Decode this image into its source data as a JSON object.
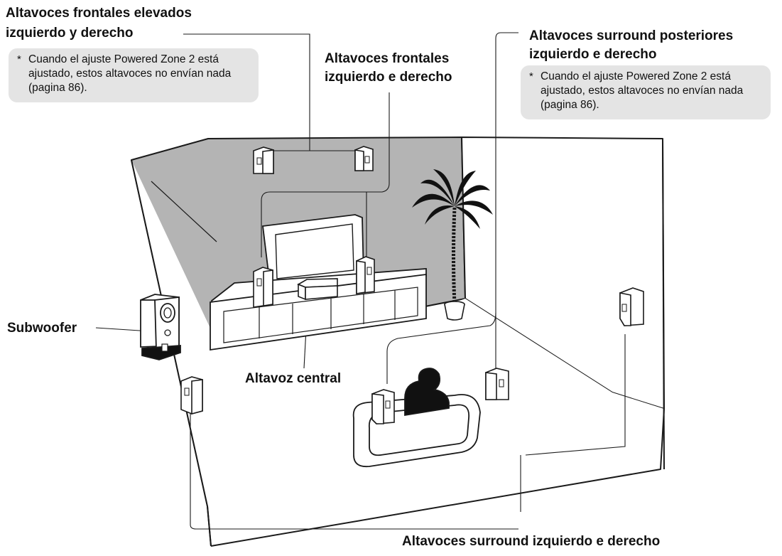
{
  "labels": {
    "front_height_line1": "Altavoces frontales elevados",
    "front_height_line2": "izquierdo y derecho",
    "front_line1": "Altavoces frontales",
    "front_line2": "izquierdo e derecho",
    "surround_back_line1": "Altavoces surround posteriores",
    "surround_back_line2": "izquierdo e derecho",
    "subwoofer": "Subwoofer",
    "center": "Altavoz central",
    "surround": "Altavoces surround izquierdo e derecho"
  },
  "notes": {
    "front_height": {
      "asterisk": "*",
      "text": "Cuando el ajuste Powered Zone 2 está ajustado, estos altavoces no envían nada (pagina 86)."
    },
    "surround_back": {
      "asterisk": "*",
      "text": "Cuando el ajuste Powered Zone 2 está ajustado, estos altavoces no envían nada (pagina 86)."
    }
  },
  "colors": {
    "wall": "#b4b4b4",
    "floor": "#ffffff",
    "outline": "#1a1a1a",
    "note_background": "#e4e4e4",
    "furniture": "#ffffff",
    "silhouette": "#111111"
  }
}
